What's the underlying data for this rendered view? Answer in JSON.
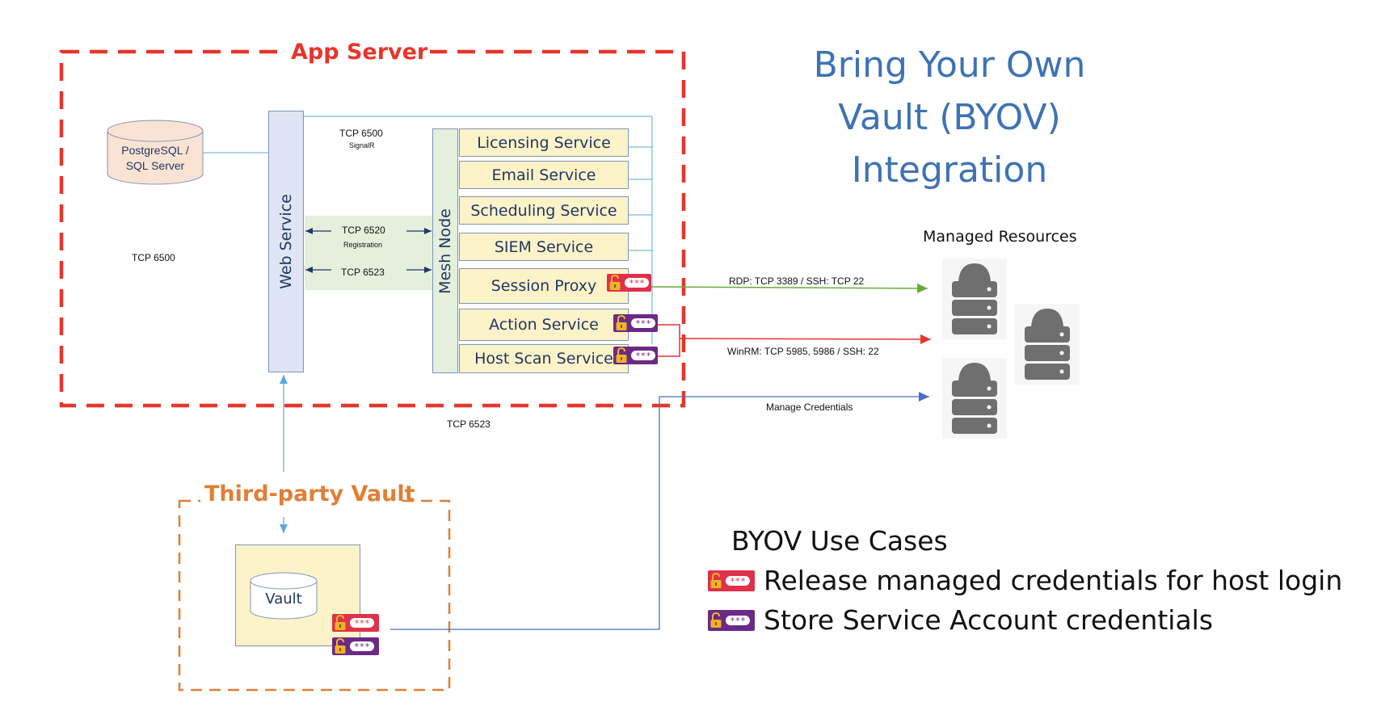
{
  "title": {
    "line1": "Bring Your Own",
    "line2": "Vault (BYOV)",
    "line3": "Integration"
  },
  "app_server": {
    "label": "App Server"
  },
  "third_party_vault": {
    "label": "Third-party Vault"
  },
  "database": {
    "line1": "PostgreSQL /",
    "line2": "SQL Server"
  },
  "web_service": {
    "label": "Web Service"
  },
  "mesh_node": {
    "label": "Mesh Node"
  },
  "vault": {
    "label": "Vault"
  },
  "services": [
    {
      "label": "Licensing Service"
    },
    {
      "label": "Email Service"
    },
    {
      "label": "Scheduling Service"
    },
    {
      "label": "SIEM Service"
    },
    {
      "label": "Session Proxy"
    },
    {
      "label": "Action Service"
    },
    {
      "label": "Host Scan Service"
    }
  ],
  "connections": {
    "tcp_6500_top": "TCP 6500",
    "signalr": "SignalR",
    "tcp_6520": "TCP 6520",
    "registration": "Registration",
    "tcp_6523_band": "TCP 6523",
    "tcp_6500_left": "TCP 6500",
    "tcp_6523_bottom": "TCP 6523",
    "rdp": "RDP: TCP 3389 / SSH: TCP 22",
    "winrm": "WinRM: TCP 5985, 5986 / SSH: 22",
    "manage_credentials": "Manage Credentials"
  },
  "managed_resources": {
    "label": "Managed Resources"
  },
  "badge_text": "***",
  "legend": {
    "heading": "BYOV Use Cases",
    "release": "Release managed credentials for host login",
    "store": "Store Service Account credentials"
  },
  "colors": {
    "app_server_border": "#e8352b",
    "vault_border": "#e07f35",
    "title": "#3f72b5",
    "rdp_arrow": "#6aab3a",
    "winrm_arrow": "#e8352b",
    "manage_arrow": "#4a6fc4",
    "badge_release": "#e0314a",
    "badge_store": "#6a2a86"
  }
}
